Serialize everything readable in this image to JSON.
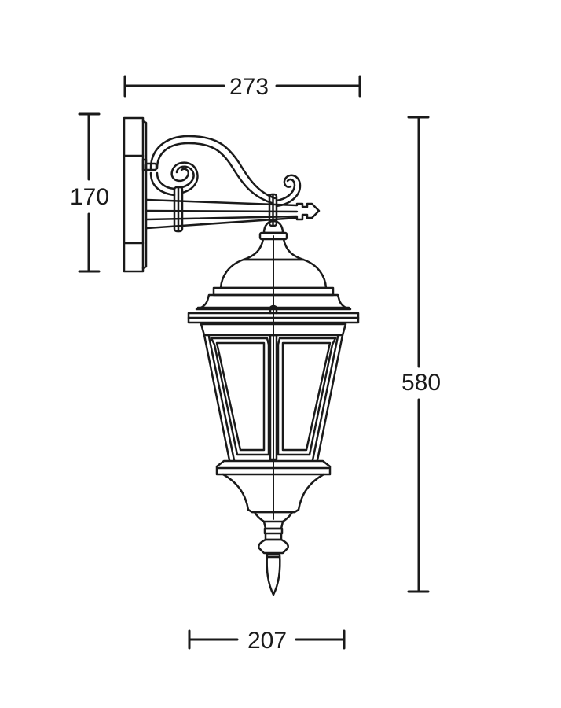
{
  "drawing": {
    "title": "Wall lantern dimension drawing",
    "units": "mm",
    "stroke_color": "#1a1a1a",
    "background_color": "#ffffff"
  },
  "dimensions": {
    "overall_width": {
      "label": "273",
      "orientation": "horizontal"
    },
    "bracket_height": {
      "label": "170",
      "orientation": "vertical"
    },
    "overall_height": {
      "label": "580",
      "orientation": "vertical"
    },
    "lantern_width": {
      "label": "207",
      "orientation": "horizontal"
    }
  },
  "parts": [
    {
      "name": "wall-plate"
    },
    {
      "name": "scroll-bracket-arm"
    },
    {
      "name": "finial-spike"
    },
    {
      "name": "hanging-hook"
    },
    {
      "name": "dome-cap"
    },
    {
      "name": "top-rim"
    },
    {
      "name": "glass-panels"
    },
    {
      "name": "bottom-rim"
    },
    {
      "name": "bottom-bowl"
    },
    {
      "name": "bottom-finial-drop"
    }
  ]
}
